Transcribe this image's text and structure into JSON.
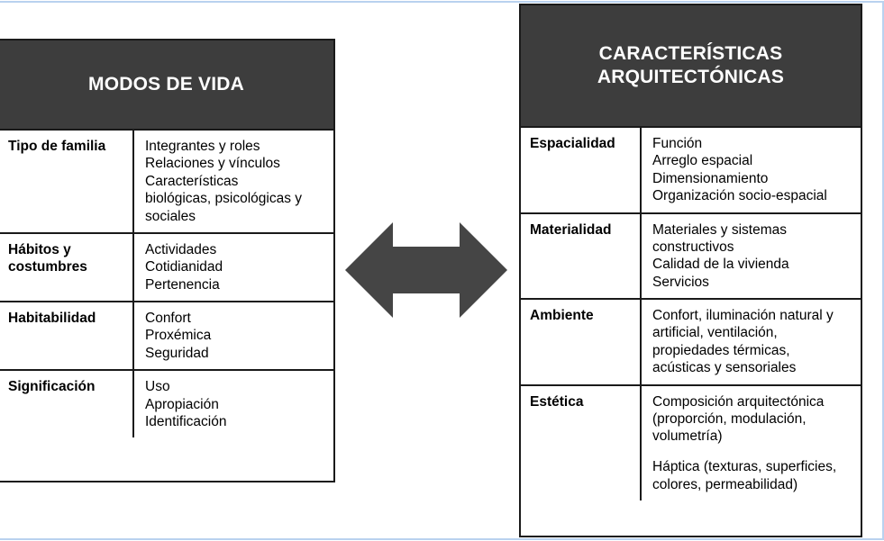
{
  "diagram": {
    "arrow": {
      "icon": "double-headed-arrow-icon",
      "color": "#454545",
      "direction": "bidirectional"
    },
    "frame_color": "#b9d2ef",
    "header_bg": "#3d3d3d",
    "header_fg": "#ffffff",
    "border_color": "#1a1a1a"
  },
  "left_table": {
    "title": "MODOS DE VIDA",
    "rows": [
      {
        "label": "Tipo de familia",
        "items": [
          "Integrantes y roles",
          "Relaciones y vínculos",
          "Características",
          "biológicas, psicológicas y",
          "sociales"
        ]
      },
      {
        "label": "Hábitos y costumbres",
        "items": [
          "Actividades",
          "Cotidianidad",
          "Pertenencia"
        ]
      },
      {
        "label": "Habitabilidad",
        "items": [
          "Confort",
          "Proxémica",
          "Seguridad"
        ]
      },
      {
        "label": "Significación",
        "items": [
          "Uso",
          "Apropiación",
          "Identificación"
        ]
      }
    ]
  },
  "right_table": {
    "title": "CARACTERÍSTICAS ARQUITECTÓNICAS",
    "title_lines": [
      "CARACTERÍSTICAS",
      "ARQUITECTÓNICAS"
    ],
    "rows": [
      {
        "label": "Espacialidad",
        "items": [
          "Función",
          "Arreglo espacial",
          "Dimensionamiento",
          "Organización socio-espacial"
        ]
      },
      {
        "label": "Materialidad",
        "items": [
          "Materiales y sistemas",
          "constructivos",
          "Calidad de la vivienda",
          "Servicios"
        ]
      },
      {
        "label": "Ambiente",
        "items": [
          "Confort, iluminación natural y",
          "artificial, ventilación,",
          "propiedades térmicas,",
          "acústicas y sensoriales"
        ]
      },
      {
        "label": "Estética",
        "items": [
          "Composición arquitectónica",
          "(proporción, modulación,",
          "volumetría)",
          "",
          "Háptica (texturas, superficies,",
          "colores, permeabilidad)"
        ]
      }
    ]
  }
}
